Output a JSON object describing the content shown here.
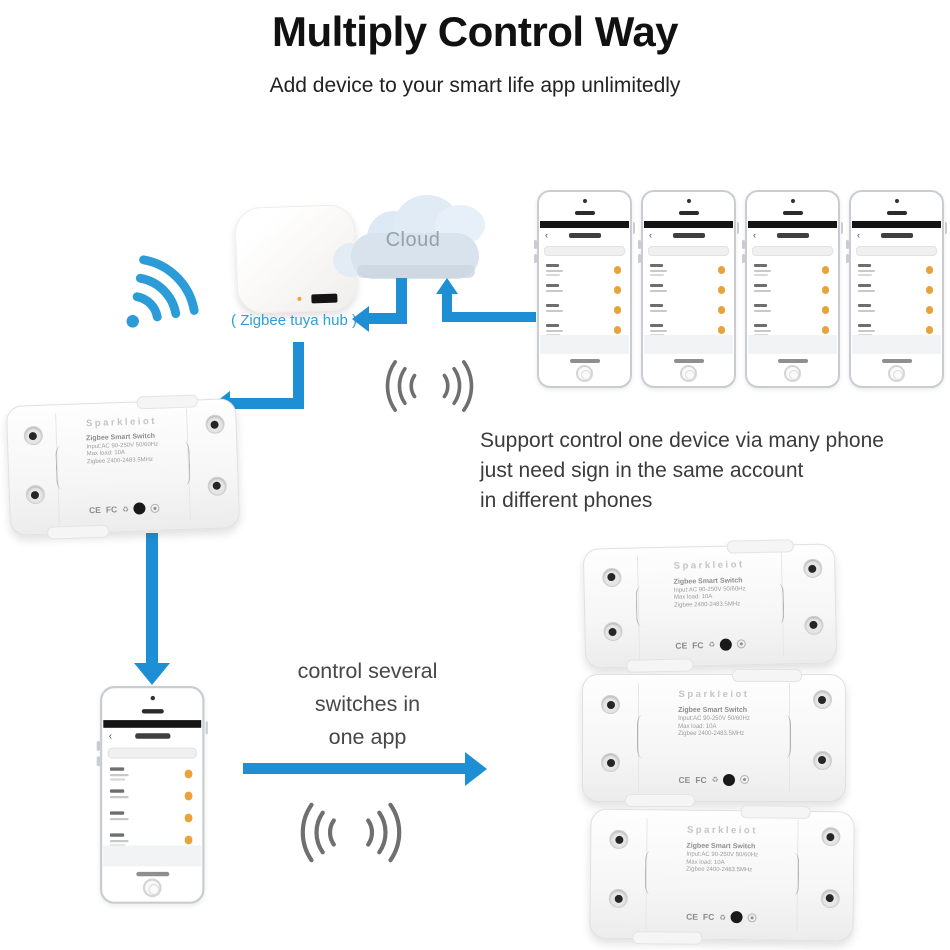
{
  "header": {
    "title": "Multiply Control Way",
    "subtitle": "Add device to your smart life app unlimitedly"
  },
  "diagram": {
    "hub_label": "( Zigbee tuya hub )",
    "cloud_label": "Cloud",
    "support_caption": {
      "line1": "Support control one device via many phone",
      "line2": "just need sign in the same account",
      "line3": "in different phones"
    },
    "app_caption": {
      "line1": "control several",
      "line2": "switches in",
      "line3": "one app"
    }
  },
  "switch_device": {
    "brand": "Sparkleiot",
    "model": "Zigbee Smart Switch",
    "spec_line1": "Input:AC 90-250V 50/60Hz",
    "spec_line2": "Max load: 10A",
    "spec_line3": "Zigbee 2400-2483.5MHz",
    "ce_mark": "CE",
    "fcc_mark": "FC",
    "weee_mark": "♻"
  },
  "phone_app": {
    "back_glyph": "‹",
    "device_row_count": 4,
    "toggle_color": "#e9a33c"
  },
  "colors": {
    "arrow_blue": "#1e8fd5",
    "wifi_blue": "#2b9cd8",
    "hub_label_blue": "#2e9fd8",
    "cloud_text_gray": "#96a0aa",
    "signal_gray": "#6f6f6f",
    "caption_gray": "#3b3b3b"
  }
}
